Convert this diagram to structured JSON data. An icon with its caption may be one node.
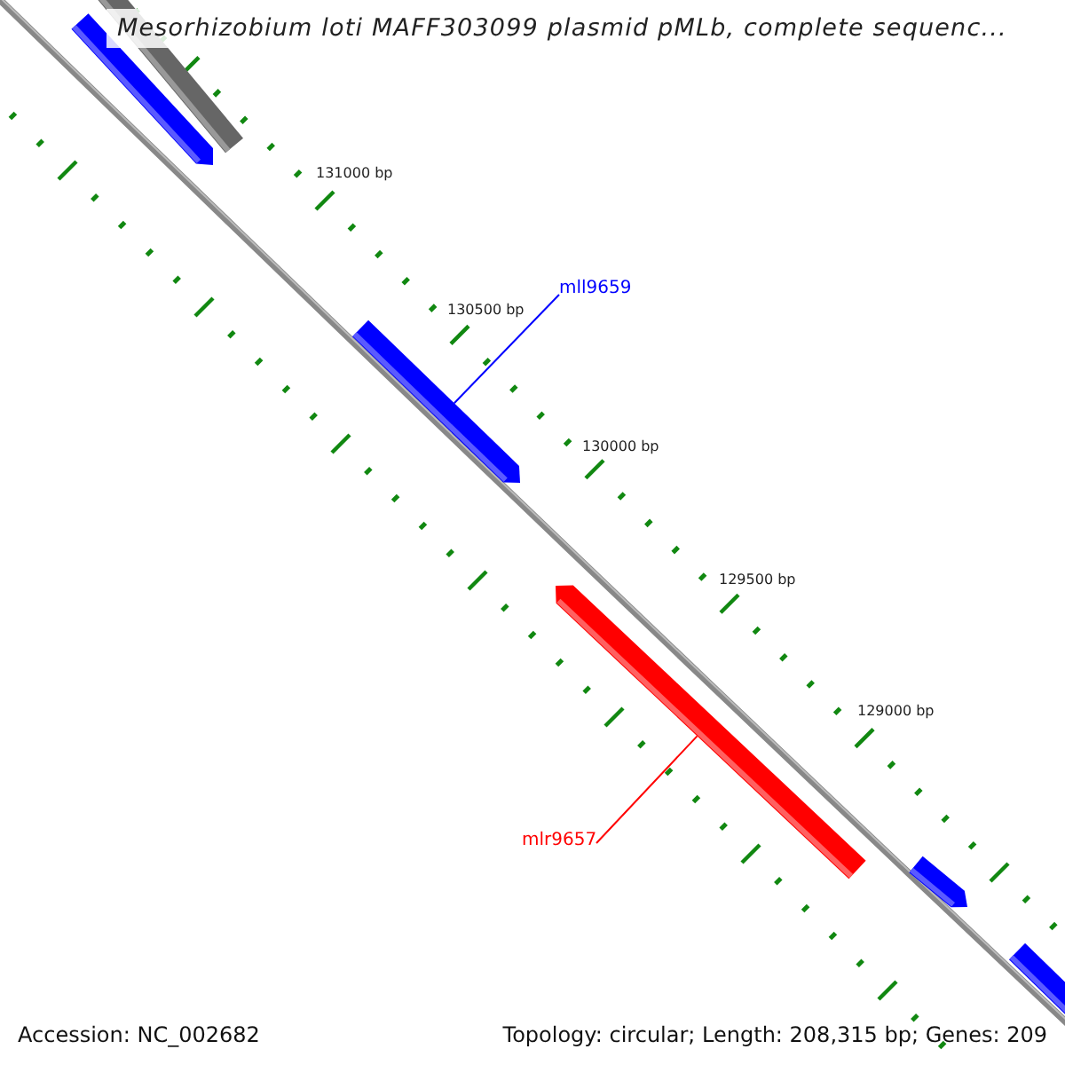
{
  "diagram": {
    "title": "Mesorhizobium loti MAFF303099 plasmid pMLb, complete sequenc...",
    "nodes": [
      {
        "text": [
          "mll9659"
        ]
      },
      {
        "text": [],
        "shape": "bar"
      },
      {
        "text": [
          "mlr9657"
        ]
      },
      {
        "text": [],
        "shape": "bar"
      }
    ],
    "edges": [
      {
        "from": 0,
        "to": 1,
        "arrow": "none",
        "color": "#0000ff"
      },
      {
        "from": 2,
        "to": 3,
        "arrow": "none",
        "color": "#ff0000"
      }
    ],
    "labels": [
      "131000 bp",
      "130500 bp",
      "130000 bp",
      "129500 bp",
      "129000 bp",
      "Accession: NC_002682",
      "Topology: circular; Length: 208,315 bp; Genes: 209"
    ]
  }
}
